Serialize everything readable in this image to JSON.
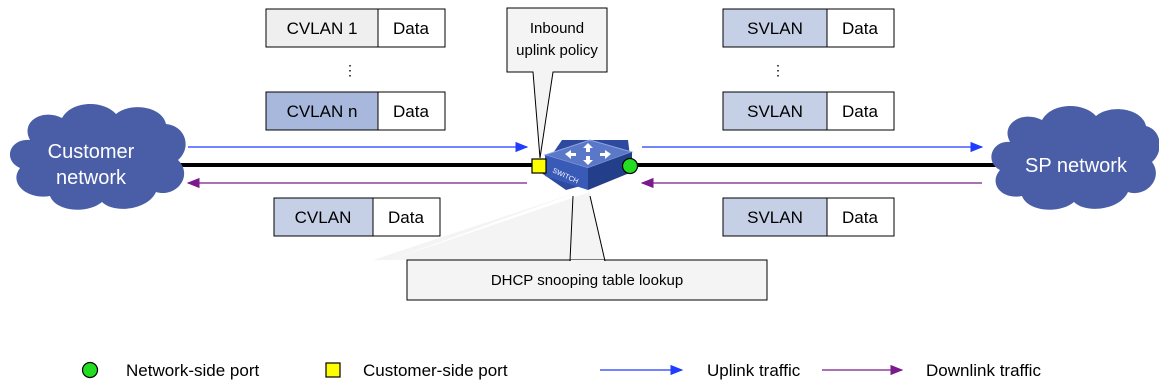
{
  "diagram": {
    "customer_cloud_label_line1": "Customer",
    "customer_cloud_label_line2": "network",
    "sp_cloud_label": "SP network",
    "switch_label": "SWITCH",
    "callout_inbound_line1": "Inbound",
    "callout_inbound_line2": "uplink policy",
    "callout_dhcp": "DHCP snooping table lookup",
    "ellipsis": "⋮",
    "frames": {
      "left_top": {
        "tag": "CVLAN 1",
        "data": "Data"
      },
      "left_mid": {
        "tag": "CVLAN n",
        "data": "Data"
      },
      "left_bottom": {
        "tag": "CVLAN",
        "data": "Data"
      },
      "right_top": {
        "tag": "SVLAN",
        "data": "Data"
      },
      "right_mid": {
        "tag": "SVLAN",
        "data": "Data"
      },
      "right_bottom": {
        "tag": "SVLAN",
        "data": "Data"
      }
    },
    "legend": {
      "network_port": "Network-side port",
      "customer_port": "Customer-side port",
      "uplink": "Uplink traffic",
      "downlink": "Downlink traffic"
    },
    "colors": {
      "cloud": "#4a5ea8",
      "cvlan1_fill": "#efefef",
      "tag_fill": "#c5d0e6",
      "tag_fill_dark": "#a8b8dc",
      "uplink_arrow": "#1f3cff",
      "downlink_arrow": "#7a1a8c",
      "network_port": "#22dd22",
      "customer_port": "#ffff00"
    }
  }
}
